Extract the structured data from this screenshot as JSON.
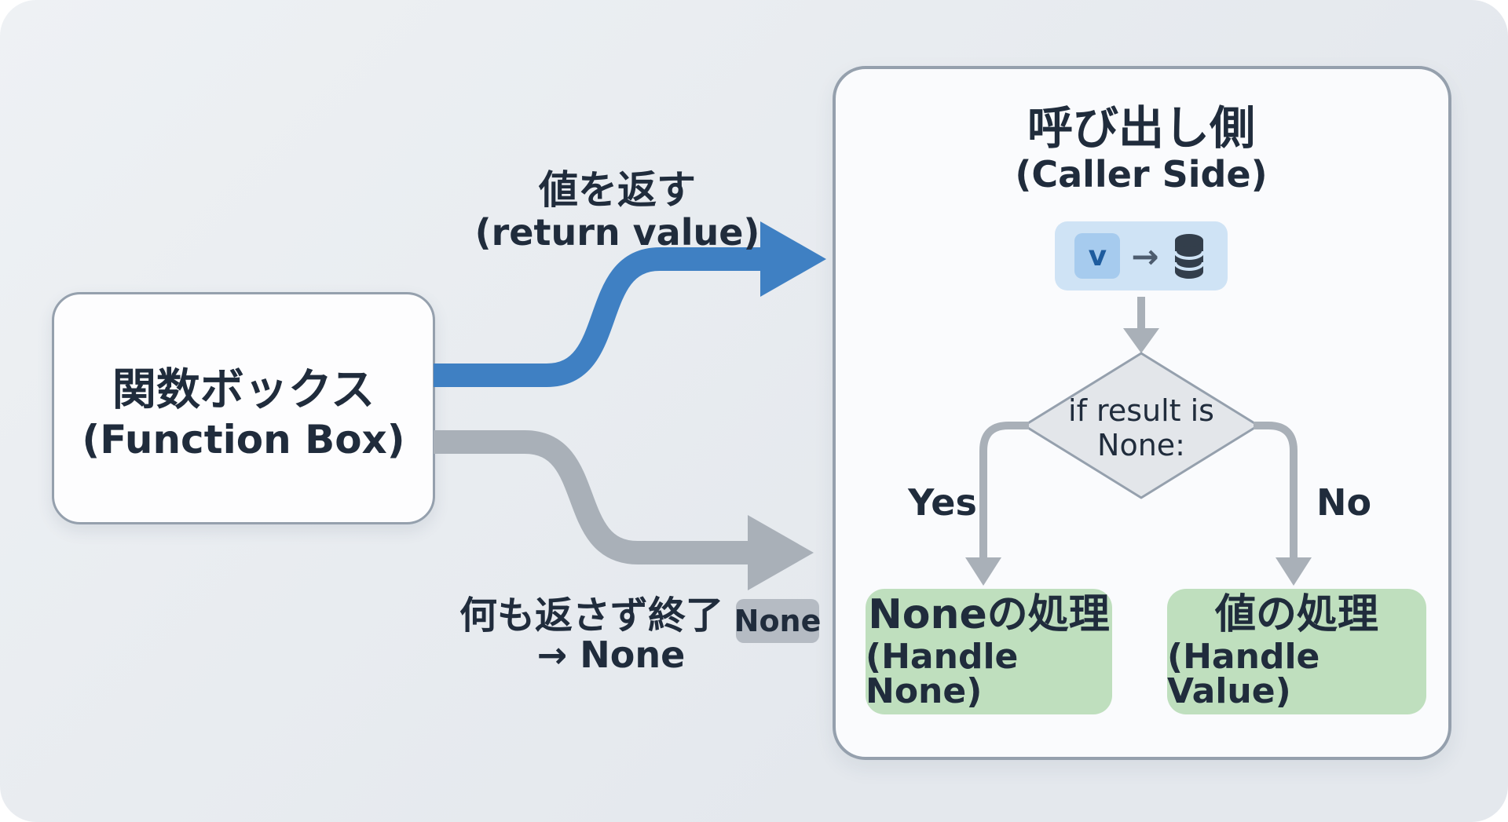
{
  "colors": {
    "background_start": "#eef1f4",
    "background_end": "#e4e8ed",
    "panel_fill": "#fafbfd",
    "box_fill": "#fdfdfe",
    "border_gray": "#95a0ad",
    "blue_arrow": "#3f80c3",
    "gray_arrow": "#a9b0b8",
    "green_fill": "#bfdfbe",
    "diamond_fill": "#e3e6ea",
    "chip_bg": "#cfe3f5",
    "v_bg": "#a6cbee",
    "v_text": "#1e5c9e",
    "badge_bg": "#b5bbc3",
    "text_dark": "#202c3c",
    "db_icon": "#333e4b"
  },
  "function_box": {
    "title": "関数ボックス",
    "subtitle": "(Function Box)"
  },
  "return_arrow": {
    "label": "値を返す",
    "sublabel": "(return value)"
  },
  "none_arrow": {
    "label": "何も返さず終了",
    "sublabel": "→ None",
    "badge": "None"
  },
  "caller": {
    "title": "呼び出し側",
    "subtitle": "(Caller Side)",
    "chip": {
      "variable": "v",
      "arrow_glyph": "→",
      "icon": "database-icon"
    },
    "decision": {
      "line1": "if result is",
      "line2": "None:"
    },
    "yes_label": "Yes",
    "no_label": "No",
    "handle_none": {
      "title": "Noneの処理",
      "subtitle": "(Handle None)"
    },
    "handle_value": {
      "title": "値の処理",
      "subtitle": "(Handle Value)"
    }
  }
}
